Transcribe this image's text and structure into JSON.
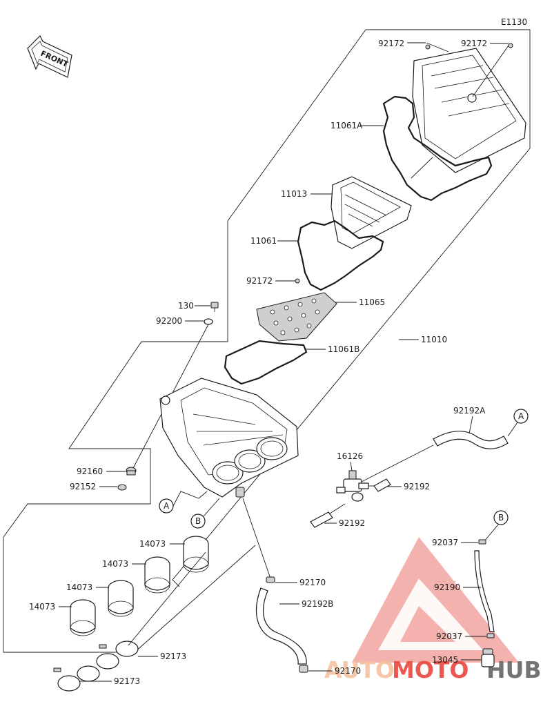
{
  "diagram_code": "E1130",
  "front_arrow_text": "FRONT",
  "ref_markers": {
    "a": "A",
    "b": "B"
  },
  "watermark": {
    "brand_part1": "AUTO",
    "brand_part2": "MOTO",
    "brand_part3": "HUB",
    "color_red": "#e8473c",
    "color_dark": "#666666",
    "color_tri": "#f2a5a0"
  },
  "labels": {
    "p92172_a": "92172",
    "p92172_b": "92172",
    "p11061A": "11061A",
    "p11013": "11013",
    "p11061": "11061",
    "p92172_c": "92172",
    "p11065": "11065",
    "p130": "130",
    "p92200": "92200",
    "p11061B": "11061B",
    "p11010": "11010",
    "p92192A": "92192A",
    "p16126": "16126",
    "p92192_a": "92192",
    "p92192_b": "92192",
    "p92160": "92160",
    "p92152": "92152",
    "p14073_a": "14073",
    "p14073_b": "14073",
    "p14073_c": "14073",
    "p14073_d": "14073",
    "p92170_a": "92170",
    "p92192B": "92192B",
    "p92170_b": "92170",
    "p92173_a": "92173",
    "p92173_b": "92173",
    "p92037_a": "92037",
    "p92190": "92190",
    "p92037_b": "92037",
    "p13045": "13045"
  }
}
